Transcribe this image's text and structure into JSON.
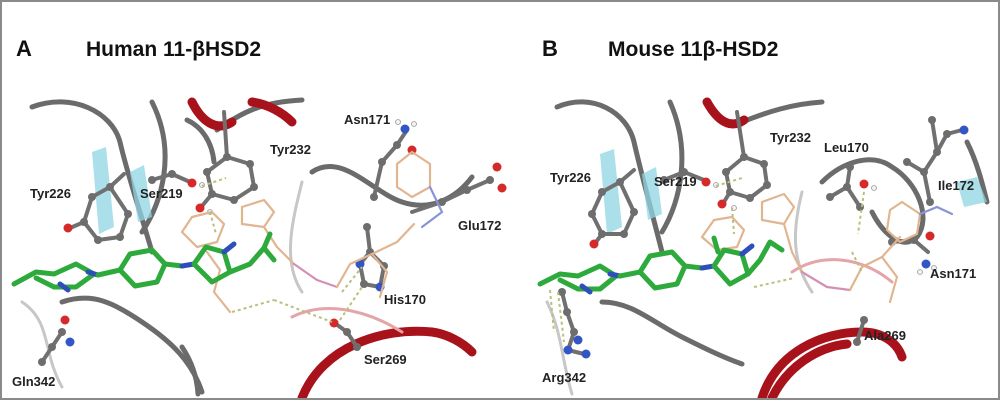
{
  "panels": [
    {
      "letter": "A",
      "title": "Human 11-βHSD2",
      "labels": [
        "Tyr226",
        "Ser219",
        "Tyr232",
        "Asn171",
        "Glu172",
        "His170",
        "Ser269",
        "Gln342"
      ]
    },
    {
      "letter": "B",
      "title": "Mouse 11β-HSD2",
      "labels": [
        "Tyr226",
        "Ser219",
        "Tyr232",
        "Leu170",
        "Ile172",
        "Asn171",
        "Ala269",
        "Arg342"
      ]
    }
  ]
}
